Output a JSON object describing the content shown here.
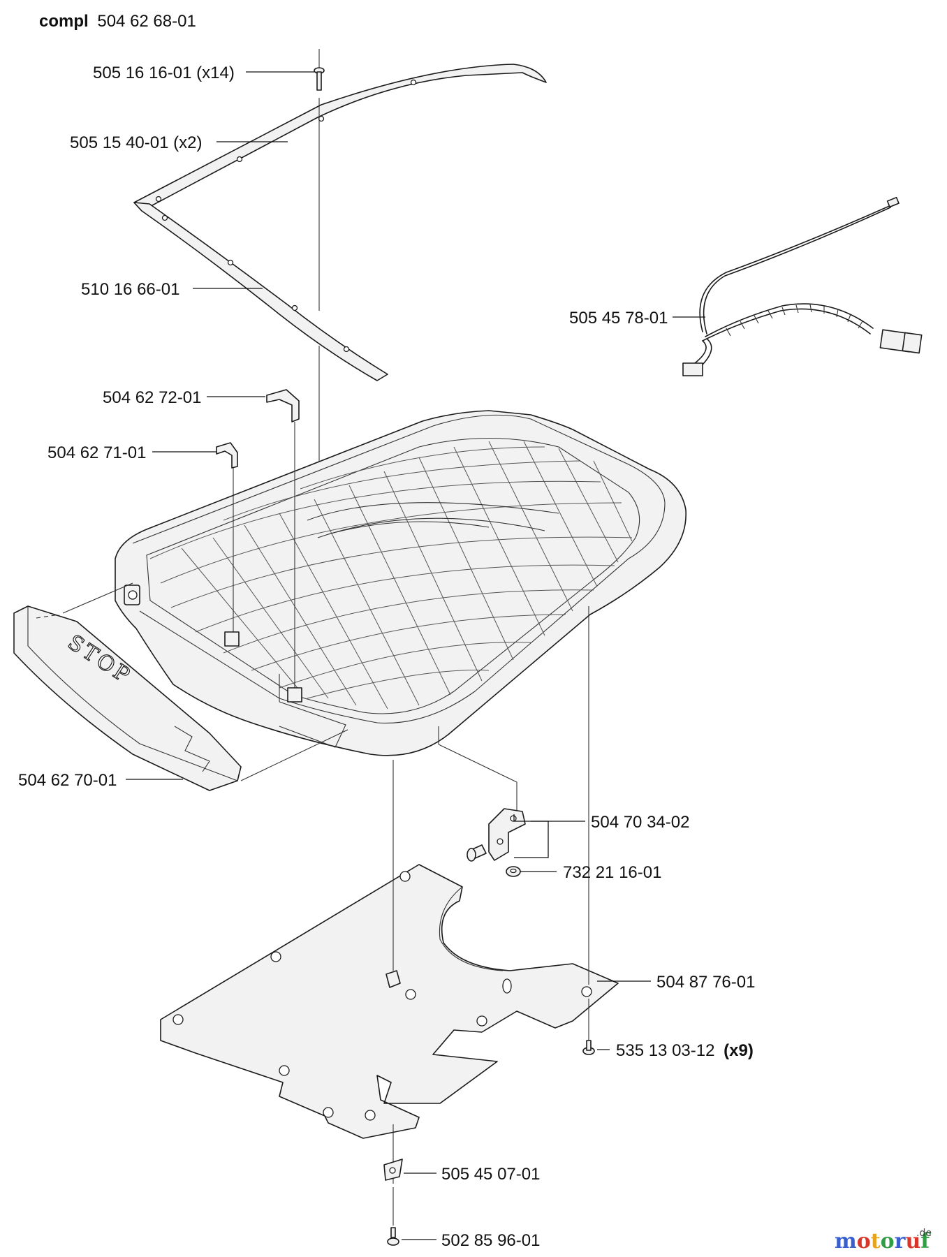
{
  "header": {
    "compl_prefix": "compl",
    "compl_number": "504 62 68-01"
  },
  "callouts": {
    "rivet": "505 16 16-01 (x14)",
    "strip_outer": "505 15 40-01 (x2)",
    "strip_inner": "510 16 66-01",
    "cable_harness": "505 45 78-01",
    "clip_large": "504 62 72-01",
    "clip_small": "504 62 71-01",
    "stop_bar": "504 62 70-01",
    "bracket": "504 70 34-02",
    "nut": "732 21 16-01",
    "base_plate": "504 87 76-01",
    "screw_number": "535 13 03-12",
    "screw_qty": "(x9)",
    "cable_clamp": "505 45 07-01",
    "screw_bottom": "502 85 96-01"
  },
  "stop_bar_text": "STOP",
  "watermark": {
    "name": "motoruf",
    "suffix": ".de",
    "colors": [
      "#3a5fcd",
      "#d9362b",
      "#e8a21c",
      "#2f9e44",
      "#3a5fcd",
      "#d9362b",
      "#2f9e44"
    ]
  }
}
